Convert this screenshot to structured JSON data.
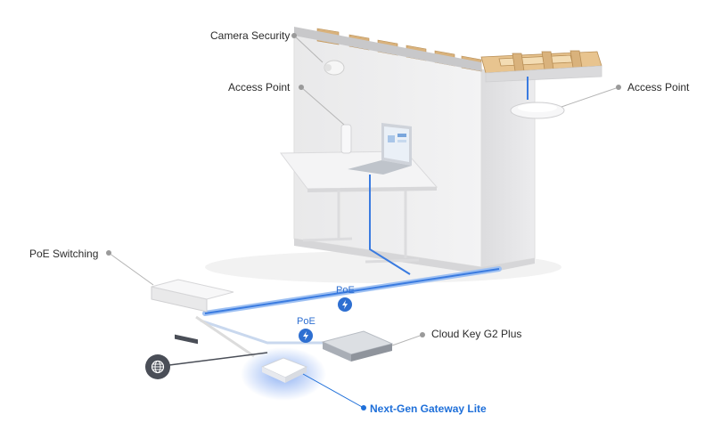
{
  "labels": {
    "camera_security": "Camera Security",
    "access_point_left": "Access Point",
    "access_point_right": "Access Point",
    "poe_switching": "PoE Switching",
    "cloud_key": "Cloud Key G2 Plus",
    "gateway": "Next-Gen Gateway Lite"
  },
  "poe_tags": {
    "upper": "PoE",
    "lower": "PoE"
  },
  "icons": {
    "internet": "globe-icon",
    "poe_upper": "lightning-bolt-icon",
    "poe_lower": "lightning-bolt-icon"
  },
  "colors": {
    "accent": "#1e6fd9",
    "cable": "#3a7be0",
    "label_dot": "#9a9a9a",
    "globe_bg": "#4a4e57",
    "wood": "#d9b27c"
  }
}
